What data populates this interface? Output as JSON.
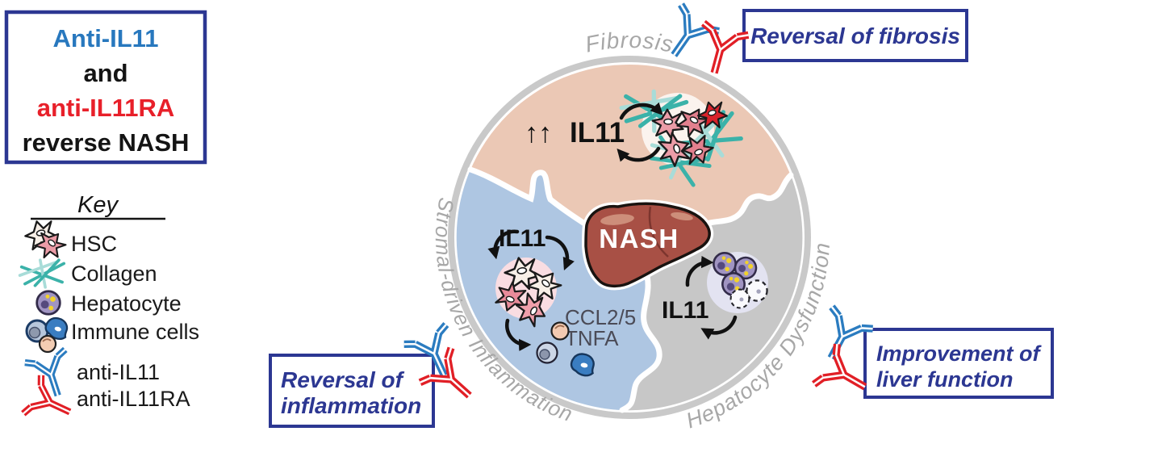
{
  "title_box": {
    "lines": [
      "Anti-IL11",
      "and",
      "anti-IL11RA",
      "reverse NASH"
    ]
  },
  "key": {
    "heading": "Key",
    "items": [
      {
        "icon": "hsc-cell-icon",
        "label": "HSC"
      },
      {
        "icon": "collagen-icon",
        "label": "Collagen"
      },
      {
        "icon": "hepatocyte-icon",
        "label": "Hepatocyte"
      },
      {
        "icon": "immune-cells-icon",
        "label": "Immune cells"
      }
    ],
    "antibodies": [
      {
        "icon": "antibody-blue-icon",
        "label": "anti-IL11"
      },
      {
        "icon": "antibody-red-icon",
        "label": "anti-IL11RA"
      }
    ]
  },
  "diagram": {
    "center_label": "NASH",
    "sectors": {
      "fibrosis": {
        "arc_label": "Fibrosis",
        "up_arrows": "↑↑",
        "marker_label": "IL11"
      },
      "inflammation": {
        "arc_label": "Stromal-driven Inflammation",
        "marker_label": "IL11",
        "cytokine_line1": "CCL2/5",
        "cytokine_line2": "TNFA"
      },
      "dysfunction": {
        "arc_label": "Hepatocyte Dysfunction",
        "marker_label": "IL11"
      }
    }
  },
  "outcome_boxes": {
    "fibrosis": {
      "label": "Reversal of fibrosis"
    },
    "inflammation": {
      "line1": "Reversal of",
      "line2": "inflammation"
    },
    "liver_function": {
      "line1": "Improvement of",
      "line2": "liver function"
    }
  },
  "colors": {
    "accent_navy": "#2c3792",
    "title_blue": "#2878be",
    "title_red": "#e8202a",
    "antibody_blue": "#2b7cc0",
    "antibody_red": "#e11f26",
    "sector_fibrosis": "#ebc8b5",
    "sector_inflammation": "#aec6e2",
    "sector_dysfunction": "#c7c7c7",
    "ring_gray": "#c9c9c9",
    "arc_label_gray": "#a7a7a7",
    "liver_red": "#a85045",
    "collagen_teal": "#3bb2a9",
    "hsc_pink": "#eb9ca7"
  }
}
